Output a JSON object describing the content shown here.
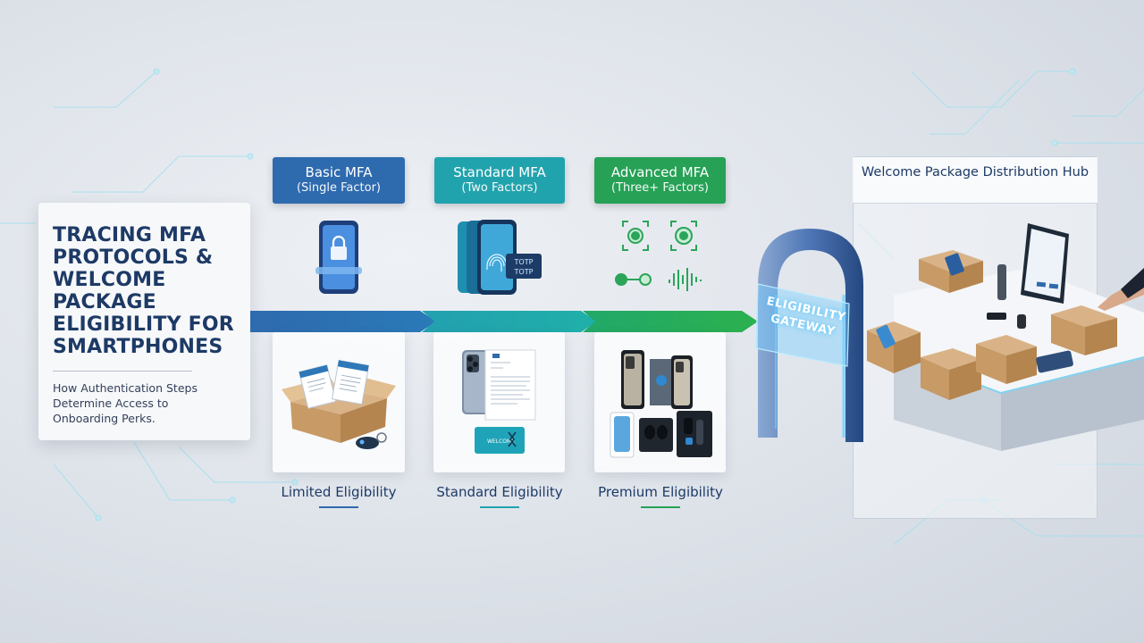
{
  "title": {
    "heading": "TRACING MFA PROTOCOLS & WELCOME PACKAGE ELIGIBILITY FOR SMARTPHONES",
    "subtitle": "How Authentication Steps Determine Access to Onboarding Perks."
  },
  "stages": [
    {
      "name": "Basic MFA",
      "detail": "(Single Factor)",
      "eligibility": "Limited Eligibility",
      "color": "#2e6aae"
    },
    {
      "name": "Standard MFA",
      "detail": "(Two Factors)",
      "eligibility": "Standard Eligibility",
      "color": "#21a3ad"
    },
    {
      "name": "Advanced MFA",
      "detail": "(Three+ Factors)",
      "eligibility": "Premium Eligibility",
      "color": "#26a156"
    }
  ],
  "totp_labels": [
    "TOTP",
    "TOTP"
  ],
  "standard_card_text": "WELCOME",
  "gateway": {
    "label": "ELIGIBILITY GATEWAY"
  },
  "hub": {
    "title": "Welcome Package Distribution Hub"
  },
  "icons": [
    "lock-icon",
    "fingerprint-icon",
    "face-scan-icon",
    "retina-scan-icon",
    "security-key-icon",
    "voice-wave-icon",
    "key-fob-icon"
  ]
}
